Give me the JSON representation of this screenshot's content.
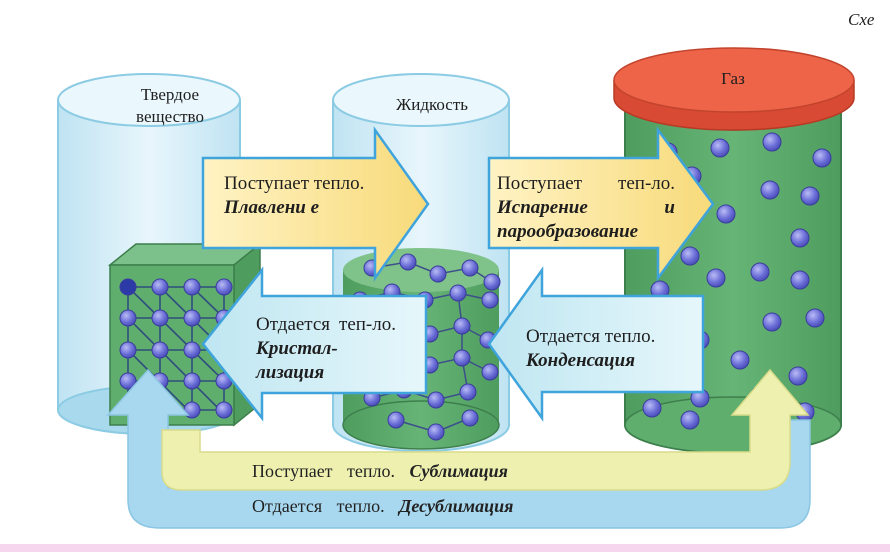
{
  "scheme_label": "Схе",
  "solid": {
    "title_line1": "Твердое",
    "title_line2": "вещество"
  },
  "liquid": {
    "title": "Жидкость"
  },
  "gas": {
    "title": "Газ"
  },
  "arrow_melting": {
    "text": "Поступает тепло.",
    "term": "Плавлени е"
  },
  "arrow_evaporation": {
    "text": "Поступает теп-ло.",
    "term": "Испарение и парообразование"
  },
  "arrow_crystallization": {
    "text": "Отдается теп-ло.",
    "term": "Кристал-лизация"
  },
  "arrow_condensation": {
    "text": "Отдается тепло.",
    "term": "Конденсация"
  },
  "sublimation": {
    "text": "Поступает тепло.",
    "term": "Сублимация"
  },
  "desublimation": {
    "text": "Отдается тепло.",
    "term": "Десублимация"
  },
  "colors": {
    "glass": "#cfeaf6",
    "green": "#5aa86a",
    "particle": "#6f72d8",
    "lid": "#e9583f",
    "arrow_warm": "#fbe79a",
    "arrow_cool": "#d9f1f7",
    "arrow_border": "#3fa3dc"
  }
}
